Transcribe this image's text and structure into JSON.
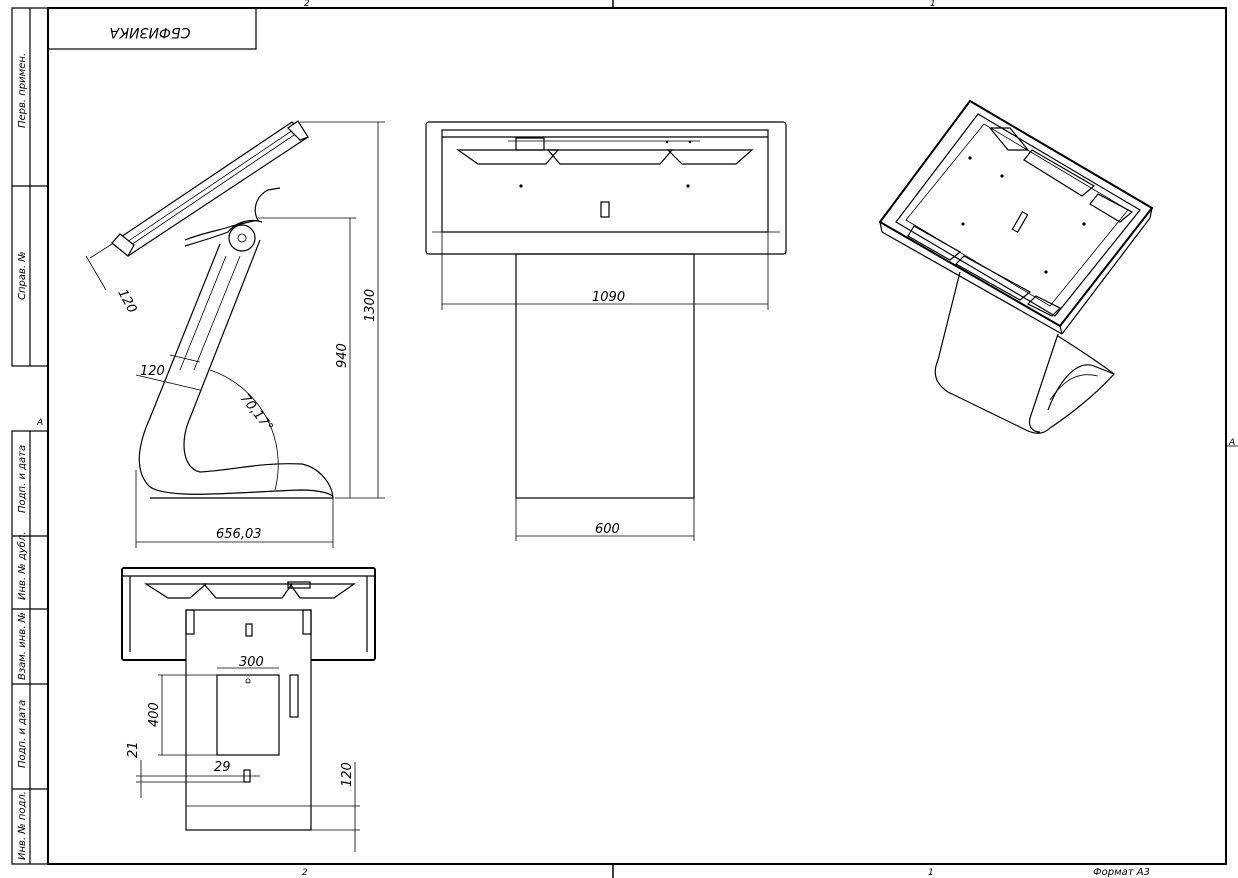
{
  "title_block": {
    "top_label": "СБФИЗИКА"
  },
  "zone_marks": {
    "top_left": "2",
    "top_right": "1",
    "bottom_left": "2",
    "bottom_right": "1",
    "side_left": "А",
    "side_right": "А"
  },
  "side_stamp": {
    "perv_primen": "Перв. примен.",
    "sprav_no": "Справ. №",
    "podp_data_top": "Подп. и дата",
    "inv_dubl": "Инв. № дубл.",
    "vzam_inv": "Взам. инв. №",
    "podp_data_bottom": "Подп. и дата",
    "inv_podl": "Инв. № подл."
  },
  "format_label": "Формат А3",
  "views": {
    "side": {
      "dim_width": "656,03",
      "dim_height_total": "1300",
      "dim_height_mid": "940",
      "dim_thickness": "120",
      "dim_screen": "120",
      "dim_angle": "70,17°"
    },
    "front": {
      "dim_top_width": "1090",
      "dim_base_width": "600"
    },
    "bottom": {
      "dim_hatch_width": "300",
      "dim_hatch_height": "400",
      "dim_offset_x": "29",
      "dim_offset_y": "21",
      "dim_foot": "120"
    }
  }
}
